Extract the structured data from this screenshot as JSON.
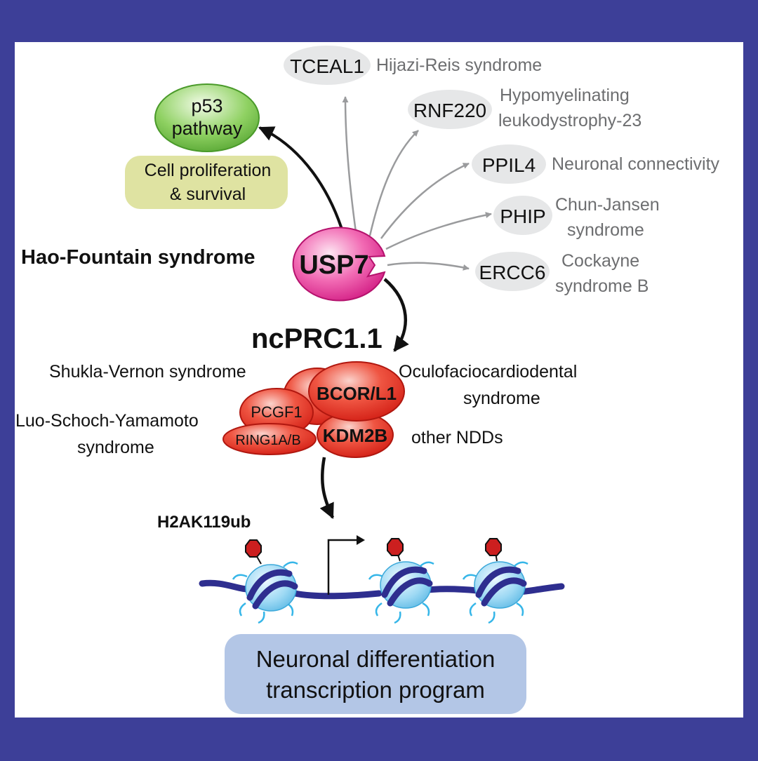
{
  "usp7": {
    "label": "USP7",
    "disease": "Hao-Fountain syndrome"
  },
  "p53": {
    "line1": "p53",
    "line2": "pathway",
    "effect_line1": "Cell proliferation",
    "effect_line2": "& survival"
  },
  "targets": [
    {
      "name": "TCEAL1",
      "disease_lines": [
        "Hijazi-Reis syndrome"
      ]
    },
    {
      "name": "RNF220",
      "disease_lines": [
        "Hypomyelinating",
        "leukodystrophy-23"
      ]
    },
    {
      "name": "PPIL4",
      "disease_lines": [
        "Neuronal connectivity"
      ]
    },
    {
      "name": "PHIP",
      "disease_lines": [
        "Chun-Jansen",
        "syndrome"
      ]
    },
    {
      "name": "ERCC6",
      "disease_lines": [
        "Cockayne",
        "syndrome B"
      ]
    }
  ],
  "complex": {
    "name": "ncPRC1.1",
    "subunits": [
      "BCOR/L1",
      "PCGF1",
      "KDM2B",
      "RING1A/B"
    ],
    "diseases": {
      "left_top": "Shukla-Vernon syndrome",
      "left_bottom_line1": "Luo-Schoch-Yamamoto",
      "left_bottom_line2": "syndrome",
      "right_top_line1": "Oculofaciocardiodental",
      "right_top_line2": "syndrome",
      "right_bottom": "other NDDs"
    }
  },
  "histone_mark": "H2AK119ub",
  "outcome": {
    "line1": "Neuronal differentiation",
    "line2": "transcription program"
  },
  "colors": {
    "frame": "#3d3f98",
    "usp7": "#e0218a",
    "p53": "#5fb43a",
    "p53_effect_box": "#dfe3a2",
    "complex_subunit": "#e8251c",
    "target_ellipse": "#e6e7e8",
    "nucleosome": "#7ac9ee",
    "dna": "#2e2e8f",
    "ub_marker": "#cc1f1f",
    "outcome_box": "#b3c6e6"
  }
}
